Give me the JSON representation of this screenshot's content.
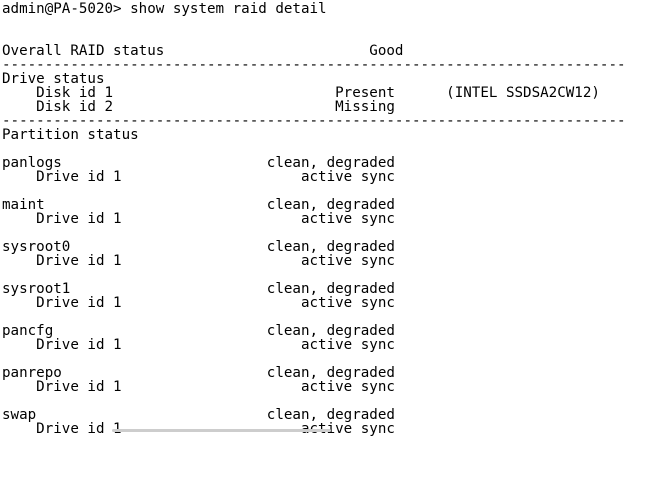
{
  "colors": {
    "background": "#ffffff",
    "foreground": "#000000",
    "artifact_line": "#cdcdcd"
  },
  "terminal": {
    "prompt": "admin@PA-5020> ",
    "command": "show system raid detail",
    "overall_raid": {
      "label": "Overall RAID status",
      "value": "Good"
    },
    "separator": "-------------------------------------------------------------------------",
    "drive_status": {
      "header": "Drive status",
      "disks": [
        {
          "name": "Disk id 1",
          "state": "Present",
          "model": "(INTEL SSDSA2CW12)"
        },
        {
          "name": "Disk id 2",
          "state": "Missing",
          "model": ""
        }
      ]
    },
    "partition_status": {
      "header": "Partition status",
      "partitions": [
        {
          "name": "panlogs",
          "state": "clean, degraded",
          "drive": "Drive id 1",
          "drive_state": "active sync"
        },
        {
          "name": "maint",
          "state": "clean, degraded",
          "drive": "Drive id 1",
          "drive_state": "active sync"
        },
        {
          "name": "sysroot0",
          "state": "clean, degraded",
          "drive": "Drive id 1",
          "drive_state": "active sync"
        },
        {
          "name": "sysroot1",
          "state": "clean, degraded",
          "drive": "Drive id 1",
          "drive_state": "active sync"
        },
        {
          "name": "pancfg",
          "state": "clean, degraded",
          "drive": "Drive id 1",
          "drive_state": "active sync"
        },
        {
          "name": "panrepo",
          "state": "clean, degraded",
          "drive": "Drive id 1",
          "drive_state": "active sync"
        },
        {
          "name": "swap",
          "state": "clean, degraded",
          "drive": "Drive id 1",
          "drive_state": "active sync"
        }
      ]
    }
  }
}
